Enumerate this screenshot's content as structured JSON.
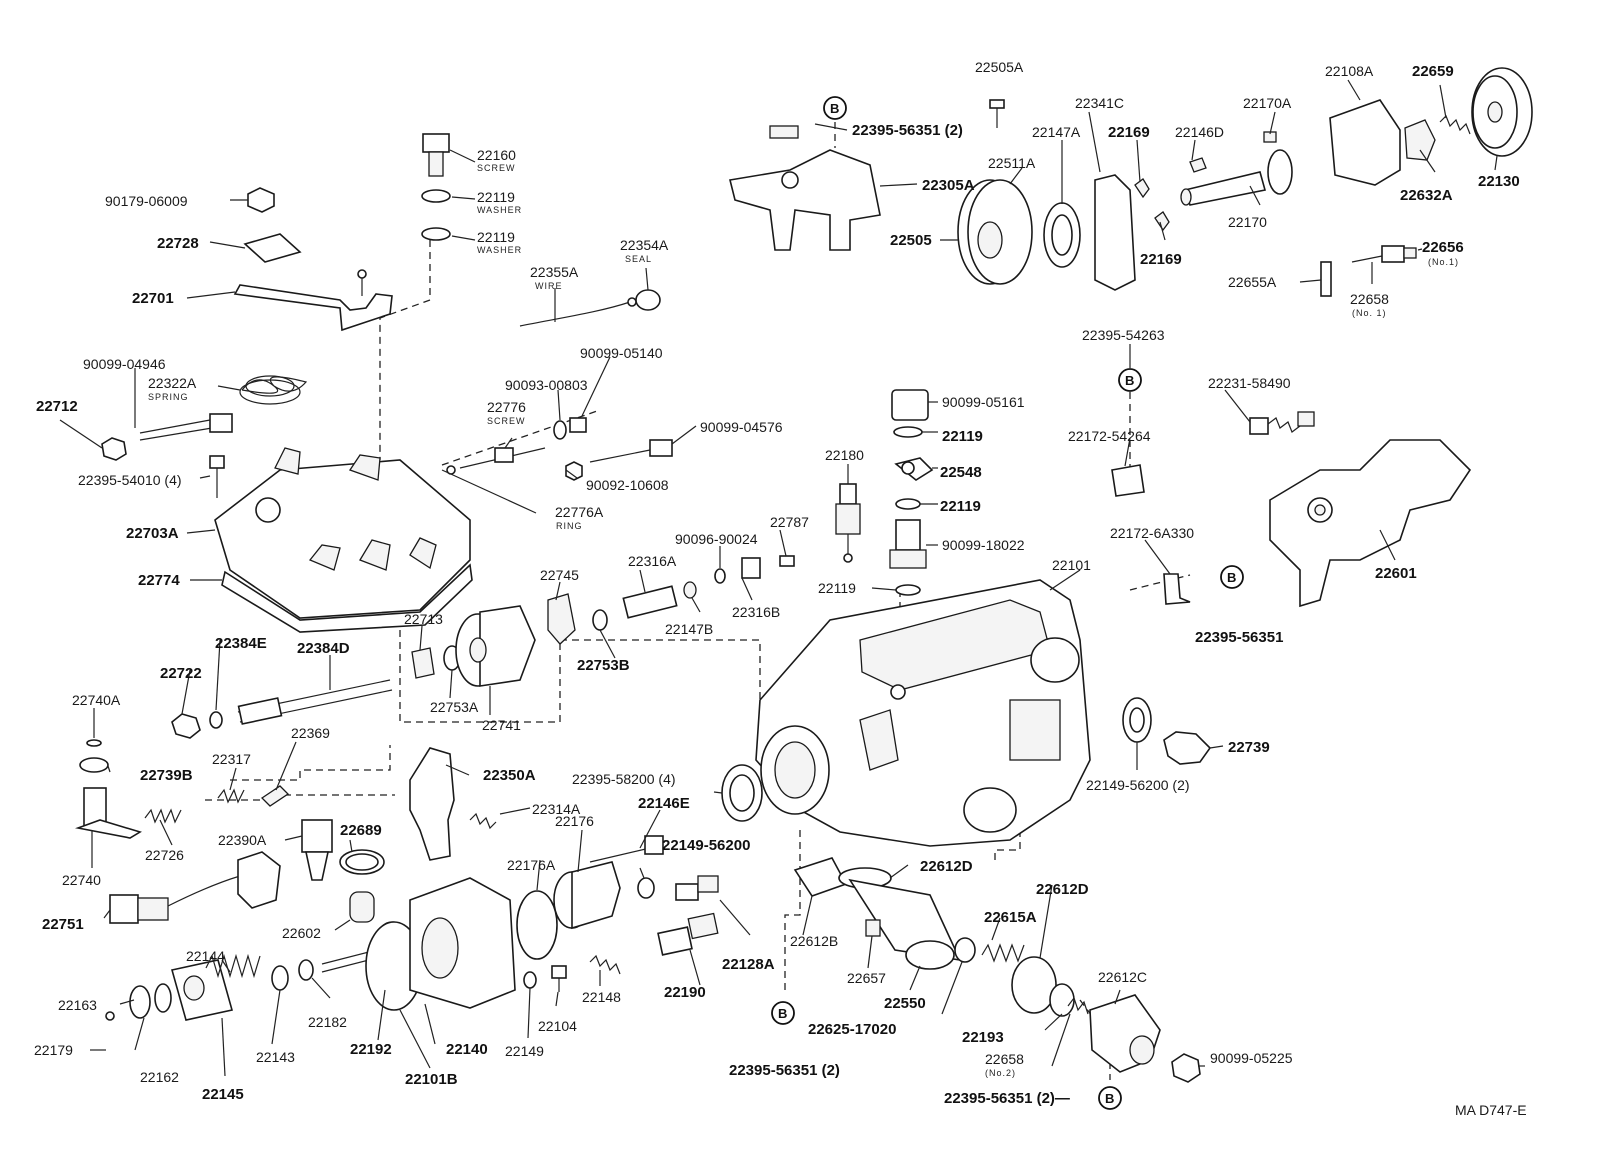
{
  "labels": {
    "p22505A": "22505A",
    "p22395_56351_2_top": "22395-56351 (2)",
    "p22341C": "22341C",
    "p22147A": "22147A",
    "p22169a": "22169",
    "p22146D": "22146D",
    "p22170A": "22170A",
    "p22108A": "22108A",
    "p22659": "22659",
    "p22511A": "22511A",
    "p22305A": "22305A",
    "p22505": "22505",
    "p22169b": "22169",
    "p22170": "22170",
    "p22632A": "22632A",
    "p22130": "22130",
    "p22656": "22656",
    "p22656sub": "(No.1)",
    "p22655A": "22655A",
    "p22658": "22658",
    "p22658sub": "(No. 1)",
    "p22160": "22160",
    "p22160sub": "SCREW",
    "p22119a": "22119",
    "p22119asub": "WASHER",
    "p22119b": "22119",
    "p22119bsub": "WASHER",
    "p90179": "90179-06009",
    "p22728": "22728",
    "p22701": "22701",
    "p22354A": "22354A",
    "p22354Asub": "SEAL",
    "p22355A": "22355A",
    "p22355Asub": "WIRE",
    "p22395_54263": "22395-54263",
    "p90099_04946": "90099-04946",
    "p22322A": "22322A",
    "p22322Asub": "SPRING",
    "p22712": "22712",
    "p90099_05140": "90099-05140",
    "p90093_00803": "90093-00803",
    "p22776": "22776",
    "p22776sub": "SCREW",
    "p90099_04576": "90099-04576",
    "p90099_05161": "90099-05161",
    "p22231_58490": "22231-58490",
    "p22172_54264": "22172-54264",
    "p22119c": "22119",
    "p22180": "22180",
    "p22548": "22548",
    "p22395_54010": "22395-54010 (4)",
    "p90092_10608": "90092-10608",
    "p22119d": "22119",
    "p22703A": "22703A",
    "p22776A": "22776A",
    "p22776Asub": "RING",
    "p90099_18022": "90099-18022",
    "p22787": "22787",
    "p90096_90024": "90096-90024",
    "p22172_6A330": "22172-6A330",
    "p22774": "22774",
    "p22316A": "22316A",
    "p22101": "22101",
    "p22745": "22745",
    "p22119e": "22119",
    "p22316B": "22316B",
    "p22147B": "22147B",
    "p22601": "22601",
    "p22384E": "22384E",
    "p22384D": "22384D",
    "p22713": "22713",
    "p22753B": "22753B",
    "p22395_56351_r": "22395-56351",
    "p22722": "22722",
    "p22753A": "22753A",
    "p22741": "22741",
    "p22740A": "22740A",
    "p22369": "22369",
    "p22317": "22317",
    "p22739B": "22739B",
    "p22350A": "22350A",
    "p22395_58200": "22395-58200 (4)",
    "p22739": "22739",
    "p22146E": "22146E",
    "p22149_56200_2": "22149-56200 (2)",
    "p22314A": "22314A",
    "p22689": "22689",
    "p22176": "22176",
    "p22390A": "22390A",
    "p22149_56200": "22149-56200",
    "p22726": "22726",
    "p22740": "22740",
    "p22176A": "22176A",
    "p22612D_a": "22612D",
    "p22612D_b": "22612D",
    "p22751": "22751",
    "p22602": "22602",
    "p22612B": "22612B",
    "p22615A": "22615A",
    "p22144": "22144",
    "p22128A": "22128A",
    "p22657": "22657",
    "p22612C": "22612C",
    "p22190": "22190",
    "p22148": "22148",
    "p22163": "22163",
    "p22550": "22550",
    "p22182": "22182",
    "p22104": "22104",
    "p22625_17020": "22625-17020",
    "p22193": "22193",
    "p22179": "22179",
    "p22192": "22192",
    "p22140": "22140",
    "p22149": "22149",
    "p22658b": "22658",
    "p22658bsub": "(No.2)",
    "p90099_05225": "90099-05225",
    "p22143": "22143",
    "p22162": "22162",
    "p22395_56351_2_bl": "22395-56351 (2)",
    "p22145": "22145",
    "p22101B": "22101B",
    "p22395_56351_2_br": "22395-56351 (2)—",
    "code": "MA D747-E"
  },
  "symbols": {
    "ref_b": "B"
  }
}
